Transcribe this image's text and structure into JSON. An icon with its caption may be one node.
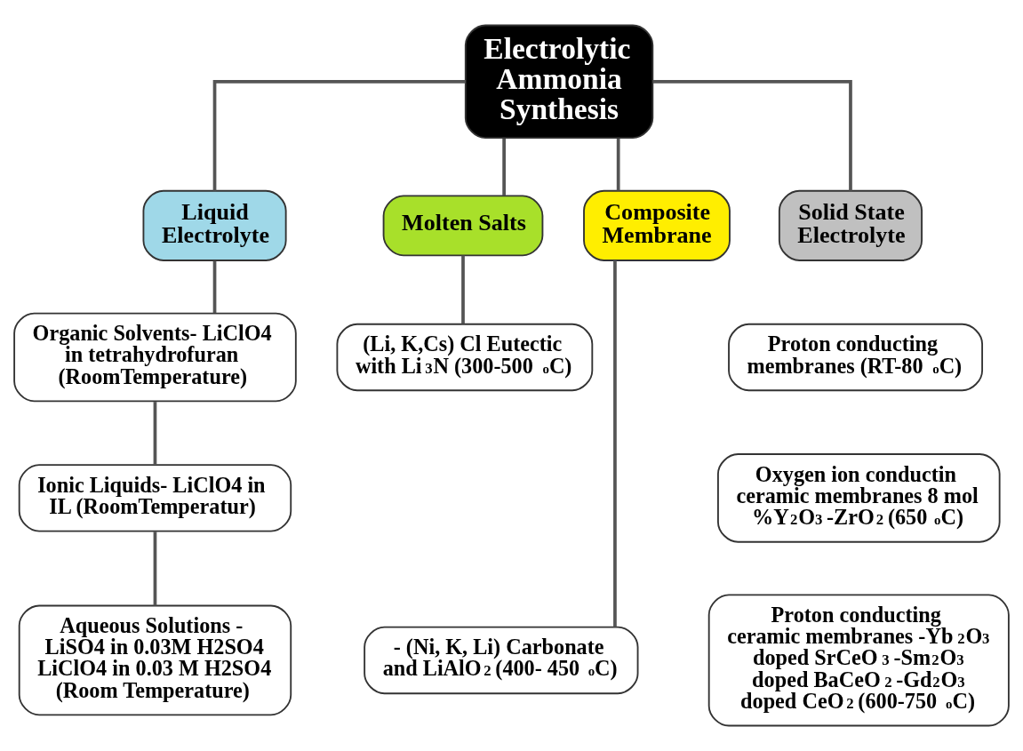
{
  "diagram": {
    "nodes": [
      {
        "text": [
          "Electrolytic Ammonia Synthesis"
        ]
      },
      {
        "text": [
          "Liquid Electrolyte"
        ]
      },
      {
        "text": [
          "Molten Salts"
        ]
      },
      {
        "text": [
          "Composite Membrane"
        ]
      },
      {
        "text": [
          "Solid State Electrolyte"
        ]
      },
      {
        "text": [
          "Organic Solvents- LiClO4 in tetrahydrofuran (RoomTemperature)"
        ]
      },
      {
        "text": [
          "Ionic Liquids- LiClO4 in IL (RoomTemperatur)"
        ]
      },
      {
        "text": [
          "Aqueous Solutions - LiSO4 in 0.03M H2SO4 LiClO4 in 0.03 M H2SO4 (Room Temperature)"
        ]
      },
      {
        "text": [
          "(Li, K,Cs) Cl Eutectic with Li$_{3}$N (300-500 $^{o}$C)"
        ]
      },
      {
        "text": [
          "- (Ni, K, Li) Carbonate and LiAlO$_{2}$ (400- 450 $^{o}$C)"
        ]
      },
      {
        "text": [
          "Proton conducting membranes (RT-80 $^{o}$C)"
        ]
      },
      {
        "text": [
          "Oxygen ion conductin ceramic membranes 8 mol %Y$_{2}$O$_{3}$ -ZrO$_{2}$ (650 $^{o}$C)"
        ]
      },
      {
        "text": [
          "Proton conducting ceramic membranes -Yb$_{2}$O$_{3}$ doped SrCeO$_{3}$ -Sm$_{2}$O$_{3}$ doped BaCeO$_{2}$ -Gd$_{2}$O$_{3}$ doped CeO$_{2}$ (600-750 $^{o}$C)"
        ]
      }
    ],
    "edges": [
      {
        "from": 0,
        "to": 1,
        "arrow": "none"
      },
      {
        "from": 0,
        "to": 2,
        "arrow": "none"
      },
      {
        "from": 0,
        "to": 3,
        "arrow": "none"
      },
      {
        "from": 0,
        "to": 4,
        "arrow": "none"
      },
      {
        "from": 1,
        "to": 5,
        "arrow": "none"
      },
      {
        "from": 5,
        "to": 6,
        "arrow": "none"
      },
      {
        "from": 6,
        "to": 7,
        "arrow": "none"
      },
      {
        "from": 2,
        "to": 8,
        "arrow": "none"
      },
      {
        "from": 3,
        "to": 9,
        "arrow": "none"
      }
    ]
  }
}
